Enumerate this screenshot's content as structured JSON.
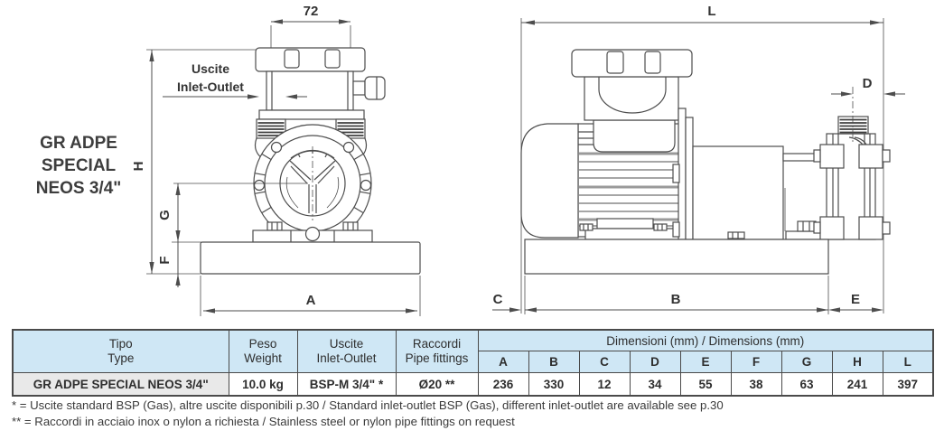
{
  "product": {
    "title_lines": [
      "GR ADPE",
      "SPECIAL",
      "NEOS 3/4\""
    ]
  },
  "drawings": {
    "front": {
      "dim_72": "72",
      "ports_label": [
        "Uscite",
        "Inlet-Outlet"
      ],
      "dim_h": "H",
      "dim_g": "G",
      "dim_f": "F",
      "dim_a": "A"
    },
    "side": {
      "dim_l": "L",
      "dim_d": "D",
      "dim_c": "C",
      "dim_b": "B",
      "dim_e": "E"
    }
  },
  "table": {
    "headers": {
      "tipo_it": "Tipo",
      "tipo_en": "Type",
      "peso_it": "Peso",
      "peso_en": "Weight",
      "uscite_it": "Uscite",
      "uscite_en": "Inlet-Outlet",
      "raccordi_it": "Raccordi",
      "raccordi_en": "Pipe fittings",
      "dimensions_group": "Dimensioni (mm) / Dimensions (mm)",
      "dim_letters": [
        "A",
        "B",
        "C",
        "D",
        "E",
        "F",
        "G",
        "H",
        "L"
      ]
    },
    "row": {
      "type": "GR ADPE SPECIAL NEOS 3/4\"",
      "weight": "10.0 kg",
      "inlet_outlet": "BSP-M 3/4\" *",
      "pipe_fittings": "Ø20 **",
      "dims": [
        "236",
        "330",
        "12",
        "34",
        "55",
        "38",
        "63",
        "241",
        "397"
      ]
    }
  },
  "footnotes": [
    "* = Uscite standard BSP (Gas), altre uscite disponibili p.30 / Standard inlet-outlet BSP (Gas), different inlet-outlet are available see p.30",
    "** = Raccordi in acciaio inox o nylon a richiesta / Stainless steel or nylon pipe fittings on request"
  ],
  "colors": {
    "header_bg": "#cfe7f5",
    "type_cell_bg": "#e9e9e9",
    "line": "#4d4d4d",
    "text": "#333333"
  }
}
